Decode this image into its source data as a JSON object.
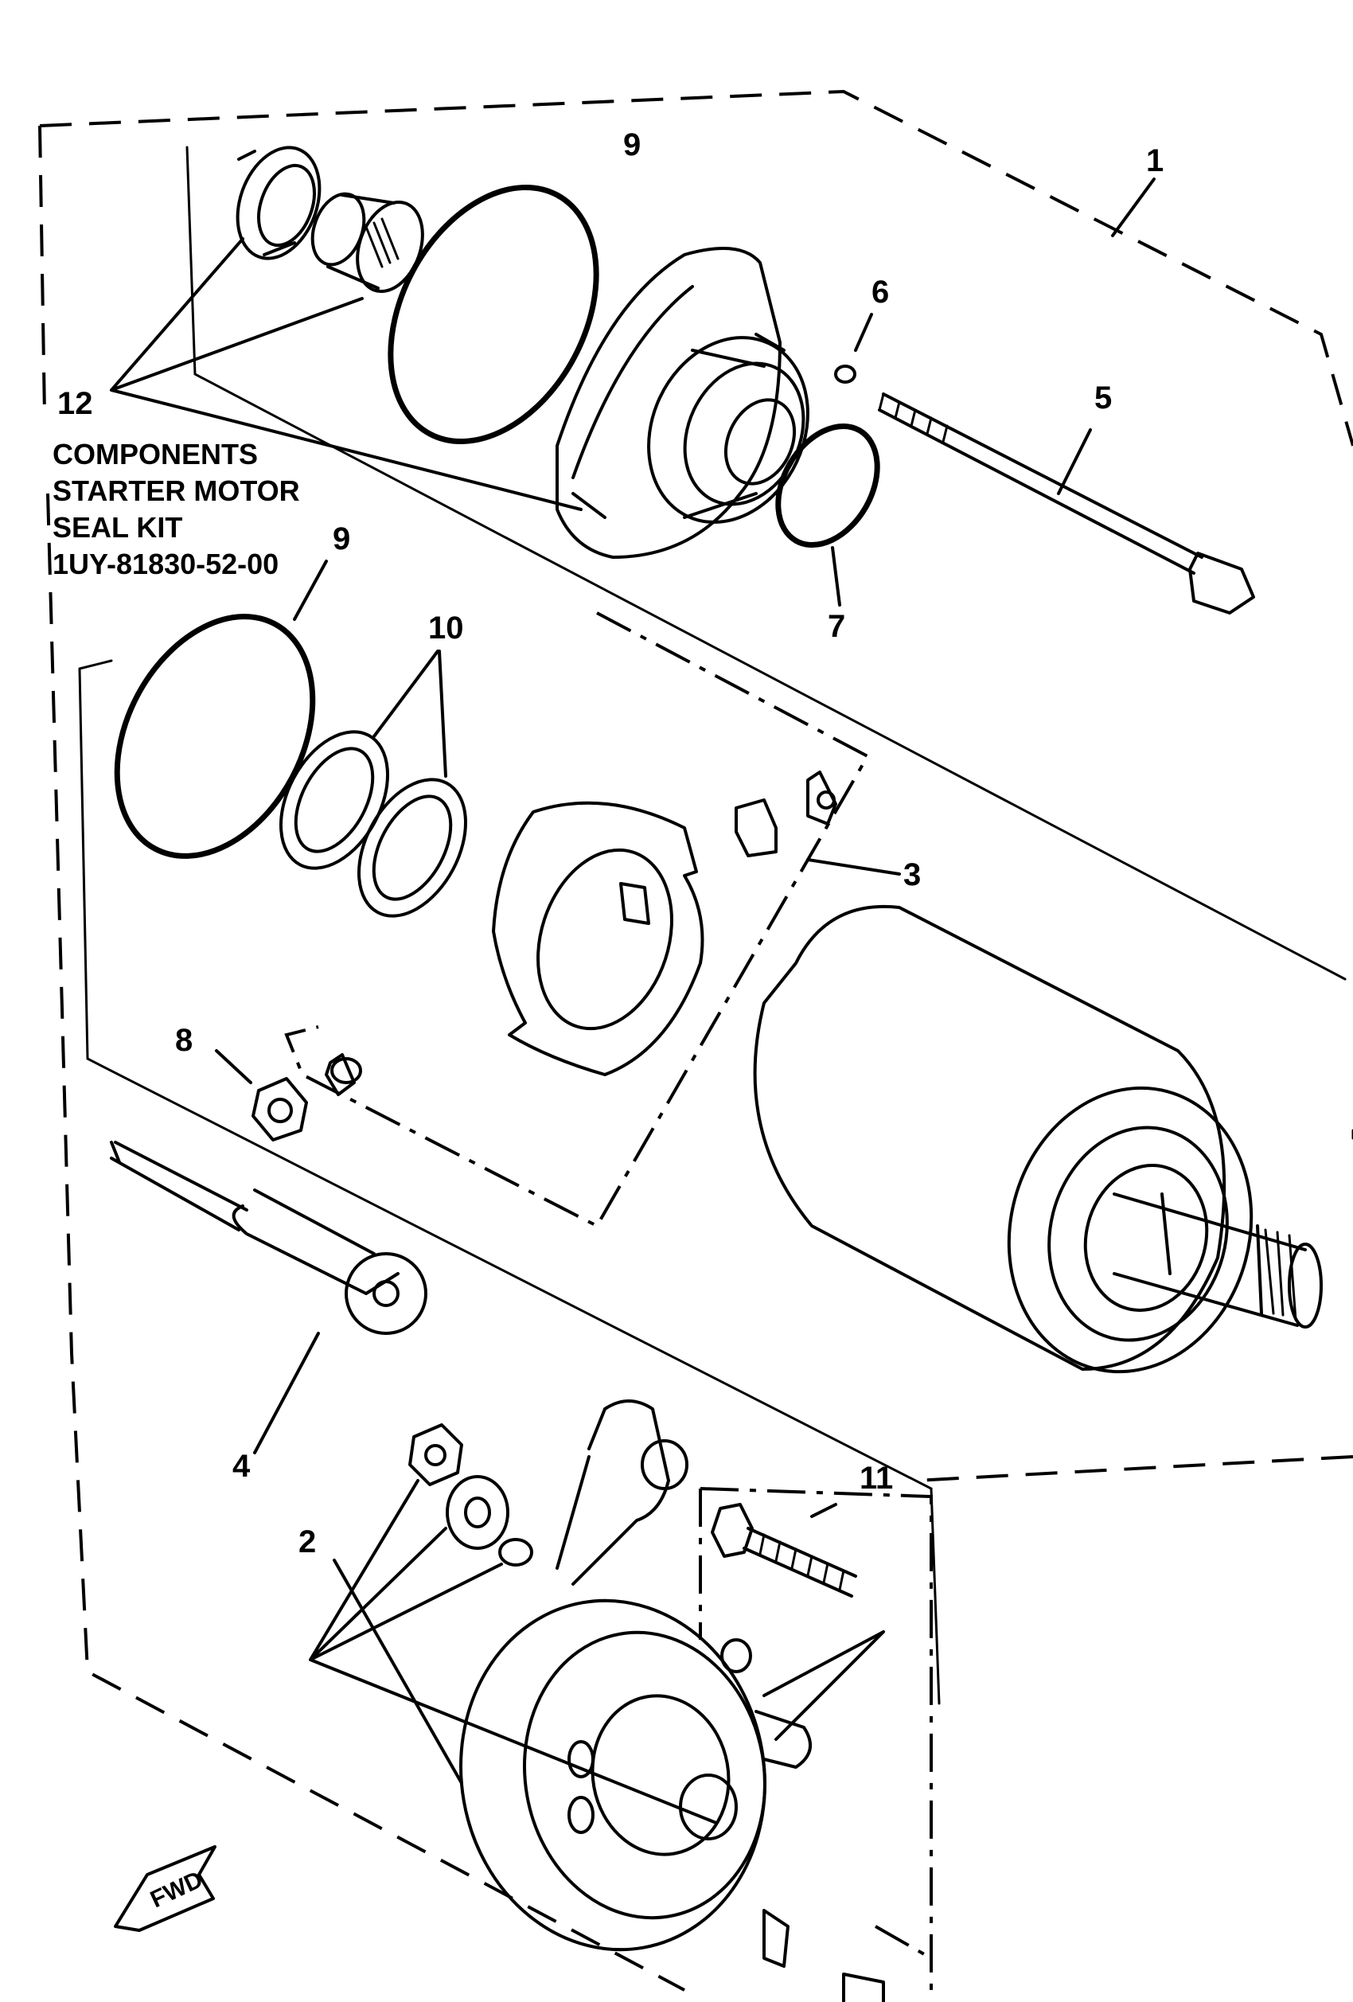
{
  "callouts": {
    "c1": "1",
    "c2": "2",
    "c3": "3",
    "c4": "4",
    "c5": "5",
    "c6": "6",
    "c7": "7",
    "c8": "8",
    "c9a": "9",
    "c9b": "9",
    "c10": "10",
    "c11": "11",
    "c12": "12"
  },
  "note": {
    "line1": "COMPONENTS",
    "line2": "STARTER MOTOR",
    "line3": "SEAL KIT",
    "line4": "1UY-81830-52-00"
  },
  "fwd_label": "FWD"
}
